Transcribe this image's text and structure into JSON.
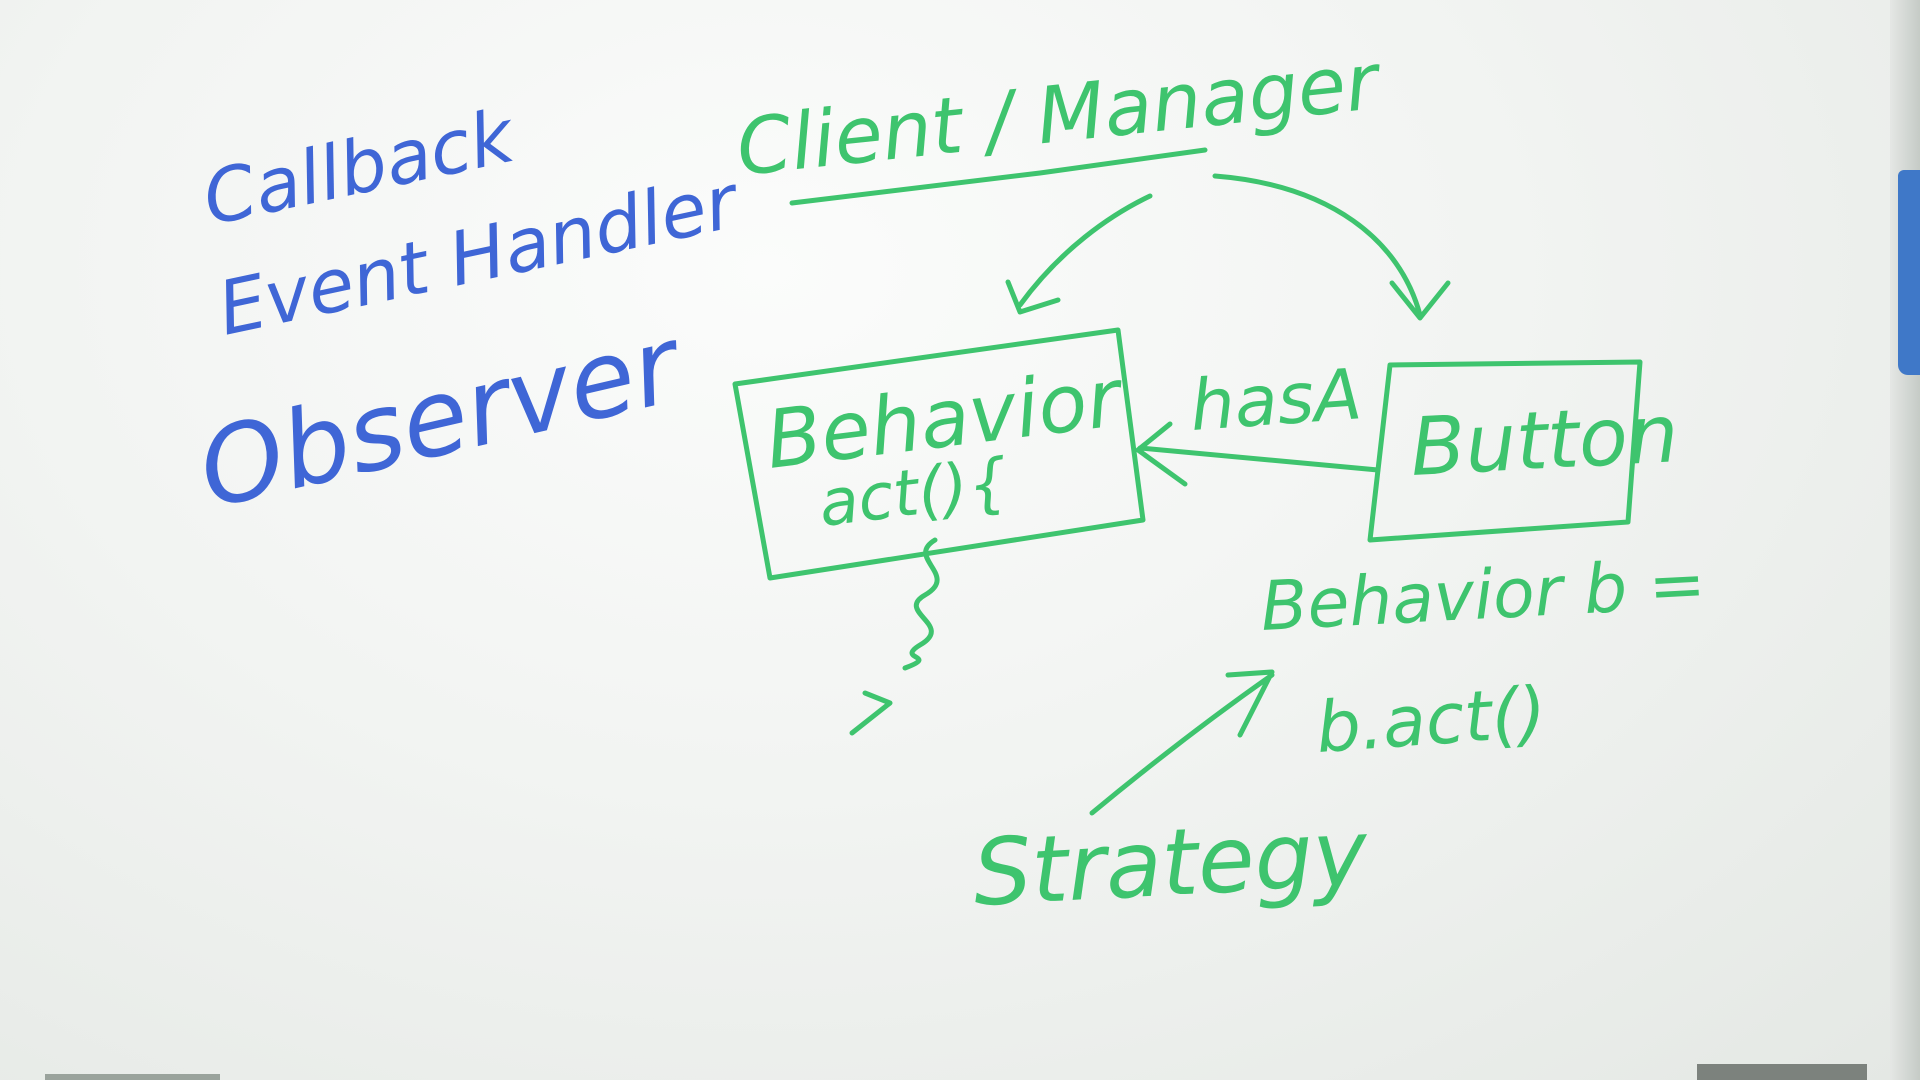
{
  "whiteboard": {
    "left_notes": {
      "callback": "Callback",
      "event_handler": "Event Handler",
      "observer": "Observer"
    },
    "diagram": {
      "client_manager": "Client / Manager",
      "behavior_box": {
        "title": "Behavior",
        "method": "act(){"
      },
      "has_a": "hasA",
      "button_box": {
        "title": "Button"
      },
      "code_line_1": "Behavior b =",
      "code_line_2": "b.act()",
      "strategy": "Strategy"
    },
    "colors": {
      "blue_marker": "#3f66d6",
      "green_marker": "#3ec46e",
      "board": "#f2f4f2"
    }
  }
}
